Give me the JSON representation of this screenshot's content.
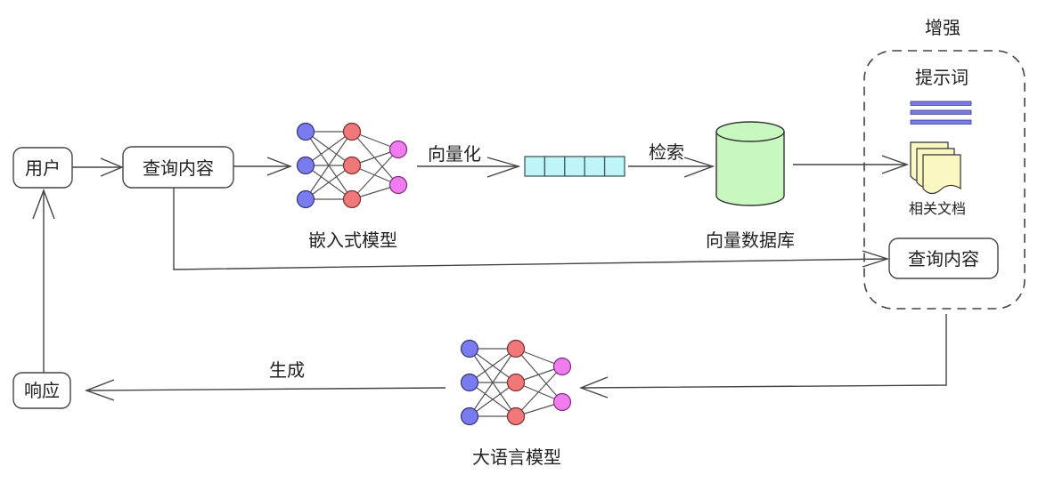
{
  "diagram": {
    "type": "RAG flow diagram",
    "nodes": {
      "user": "用户",
      "query": "查询内容",
      "embedding_model": "嵌入式模型",
      "vector_db": "向量数据库",
      "augment_group": "增强",
      "prompt": "提示词",
      "related_docs": "相关文档",
      "query_in_group": "查询内容",
      "llm": "大语言模型",
      "response": "响应"
    },
    "edges": {
      "vectorize": "向量化",
      "retrieve": "检索",
      "generate": "生成"
    },
    "vector_cells": 5,
    "colors": {
      "input_node": "#7b7bf0",
      "hidden_node": "#f07878",
      "output_node": "#f07cf0",
      "vector_cell": "#bff4f8",
      "database": "#c8f7c0",
      "document": "#fbf7c0",
      "prompt_lines": "#7b7be8",
      "line": "#444444"
    }
  }
}
